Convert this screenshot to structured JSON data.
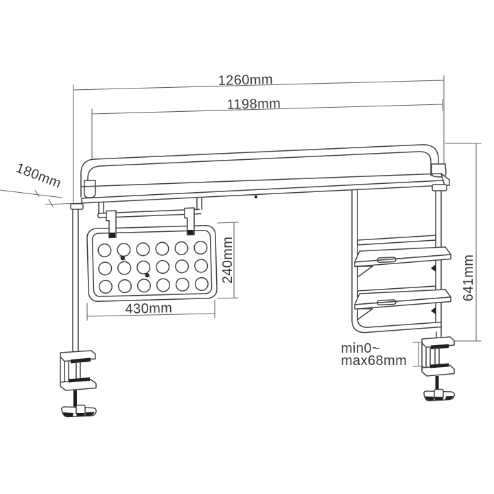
{
  "dimensions": {
    "total_width": "1260mm",
    "upper_width": "1198mm",
    "depth": "180mm",
    "pegboard_width": "430mm",
    "pegboard_height": "240mm",
    "overall_height": "641mm",
    "clamp_range_line1": "min0~",
    "clamp_range_line2": "max68mm"
  },
  "pegboard": {
    "hole_rows": 3,
    "hole_cols": 6
  },
  "colors": {
    "background": "#ffffff",
    "line": "#414141",
    "dimension_line": "#5f5f5f",
    "text": "#383838",
    "dark_fill": "#1f1f1f"
  }
}
